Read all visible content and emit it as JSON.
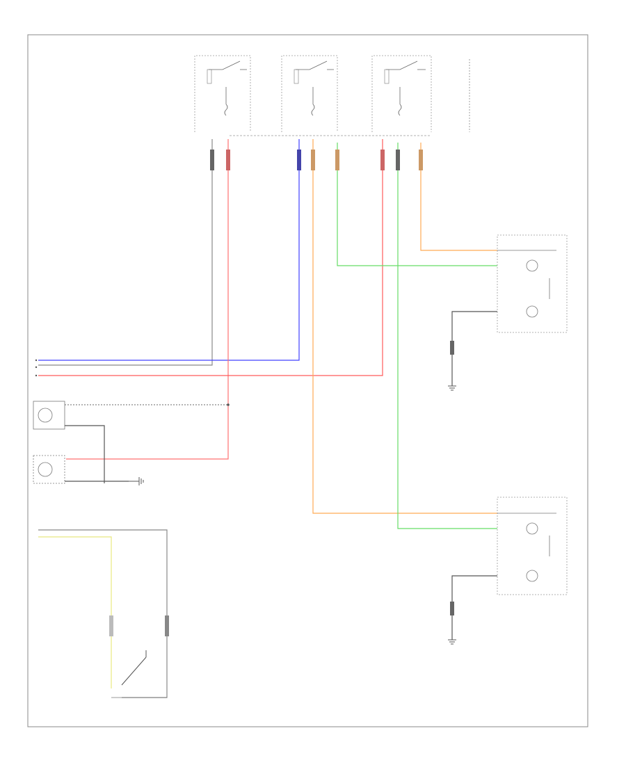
{
  "diagram": {
    "footer_code": "",
    "fuse_blocks": [
      {
        "id": "fb1",
        "label": ""
      },
      {
        "id": "fb2",
        "label": ""
      },
      {
        "id": "fb3",
        "label": ""
      }
    ],
    "note_block": "",
    "components": {
      "left_headlight": "",
      "right_headlight": "",
      "left_fog": "",
      "right_fog": "",
      "fog_switch": "",
      "switch_assembly": "",
      "ground_left": "",
      "ground_right": "",
      "ground_fog": ""
    },
    "wire_colors": {
      "blue": "#4040ff",
      "red": "#ff5a5a",
      "orange": "#ffaa55",
      "green": "#66dd66",
      "yellow": "#e8e880",
      "black": "#555555",
      "gray": "#999999"
    }
  }
}
